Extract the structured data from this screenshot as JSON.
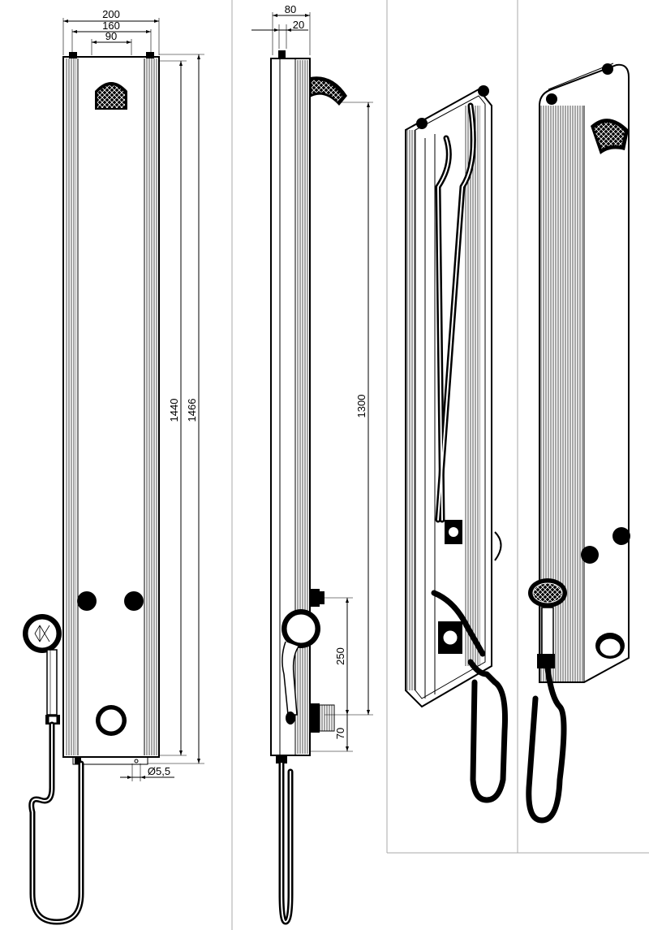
{
  "front_view": {
    "dim_width_200": "200",
    "dim_width_160": "160",
    "dim_width_90": "90",
    "dim_height_1440": "1440",
    "dim_height_1466": "1466",
    "dim_hole": "Ø5,5"
  },
  "side_view": {
    "dim_depth_80": "80",
    "dim_depth_20": "20",
    "dim_height_1300": "1300",
    "dim_height_250": "250",
    "dim_height_70": "70"
  }
}
